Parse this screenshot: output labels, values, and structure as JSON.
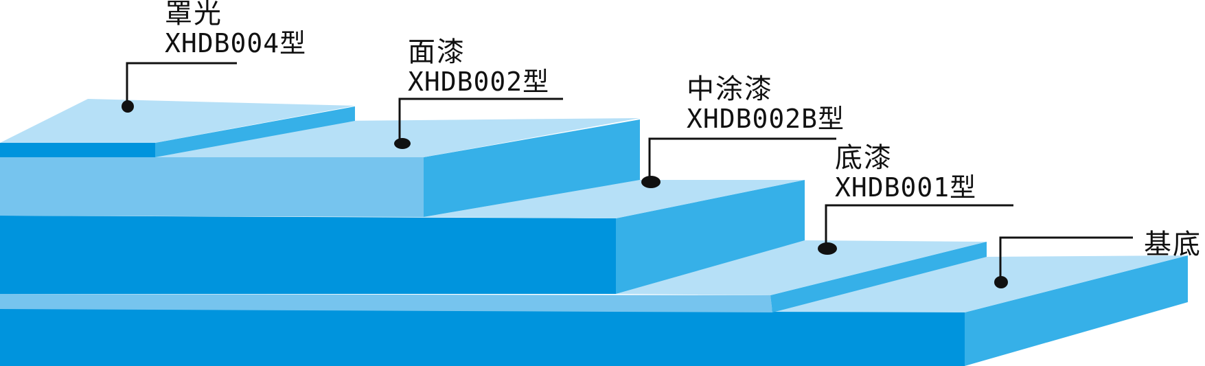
{
  "layers": [
    {
      "id": "topcoat-clear",
      "name": "罩光",
      "model": "XHDB004型"
    },
    {
      "id": "finish-coat",
      "name": "面漆",
      "model": "XHDB002型"
    },
    {
      "id": "middle-coat",
      "name": "中涂漆",
      "model": "XHDB002B型"
    },
    {
      "id": "primer",
      "name": "底漆",
      "model": "XHDB001型"
    },
    {
      "id": "substrate",
      "name": "基底"
    }
  ],
  "colors": {
    "pale_top": "#b6e0f7",
    "light_front": "#76c4ee",
    "mid_side": "#36b0e8",
    "deep_front": "#0094dd",
    "leader": "#111111"
  }
}
